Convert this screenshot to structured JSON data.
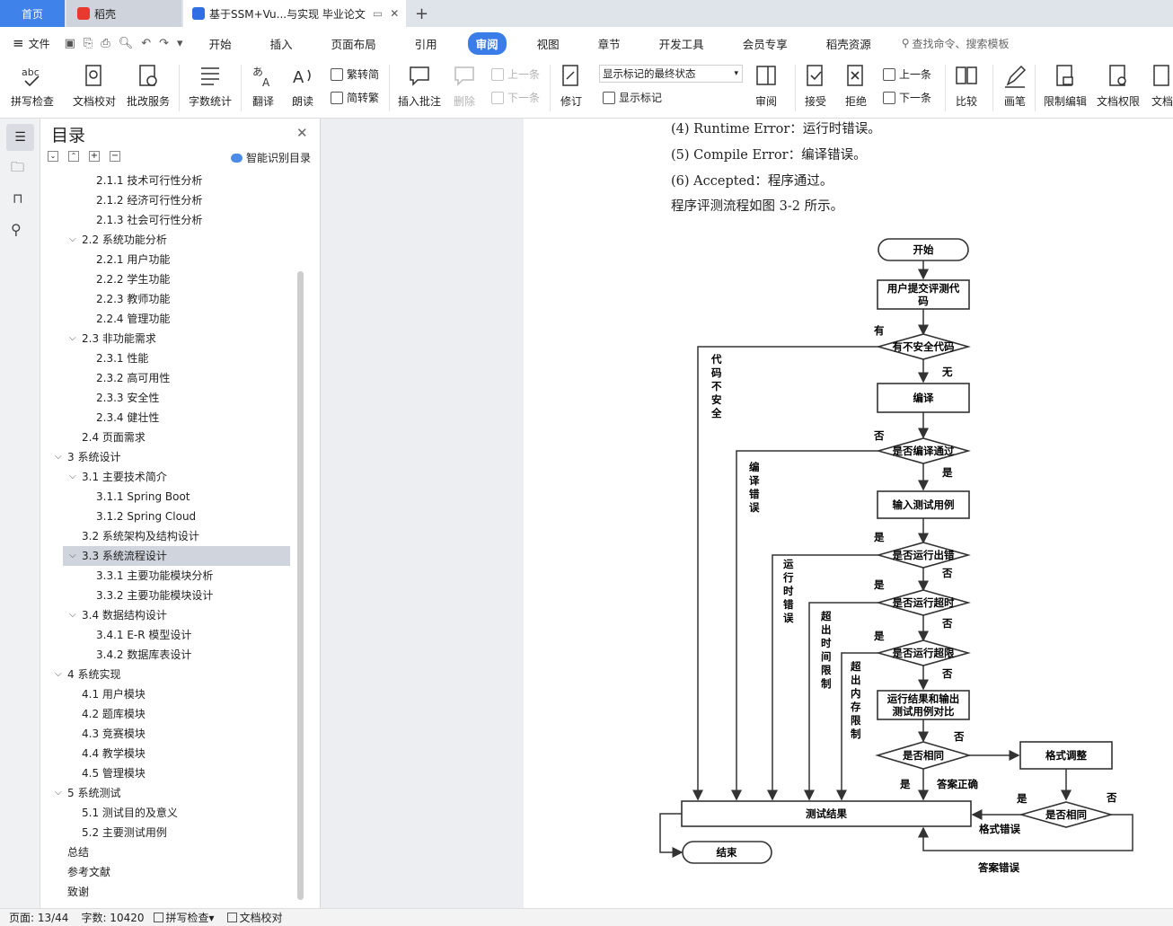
{
  "tabs": {
    "home": "首页",
    "daoke": "稻壳",
    "doc": "基于SSM+Vu...与实现 毕业论文",
    "new_tab": "+"
  },
  "menubar": {
    "file": "文件",
    "items": [
      "开始",
      "插入",
      "页面布局",
      "引用",
      "审阅",
      "视图",
      "章节",
      "开发工具",
      "会员专享",
      "稻壳资源"
    ],
    "active": "审阅",
    "search": "查找命令、搜索模板"
  },
  "ribbon": {
    "spell": "拼写检查",
    "proof": "文档校对",
    "revise_service": "批改服务",
    "wordcount": "字数统计",
    "translate": "翻译",
    "read": "朗读",
    "to_trad": "繁转简",
    "to_simp": "简转繁",
    "insert_comment": "插入批注",
    "delete": "删除",
    "prev": "上一条",
    "next": "下一条",
    "track": "修订",
    "markup_mode": "显示标记的最终状态",
    "show_markup": "显示标记",
    "review": "审阅",
    "accept": "接受",
    "reject": "拒绝",
    "prev2": "上一条",
    "next2": "下一条",
    "compare": "比较",
    "pen": "画笔",
    "restrict": "限制编辑",
    "perm": "文档权限",
    "more": "文档"
  },
  "nav": {
    "title": "目录",
    "smart": "智能识别目录",
    "items": [
      {
        "text": "2.1.1 技术可行性分析",
        "level": 3
      },
      {
        "text": "2.1.2 经济可行性分析",
        "level": 3
      },
      {
        "text": "2.1.3 社会可行性分析",
        "level": 3
      },
      {
        "text": "2.2 系统功能分析",
        "level": 2,
        "exp": true
      },
      {
        "text": "2.2.1 用户功能",
        "level": 3
      },
      {
        "text": "2.2.2 学生功能",
        "level": 3
      },
      {
        "text": "2.2.3 教师功能",
        "level": 3
      },
      {
        "text": "2.2.4 管理功能",
        "level": 3
      },
      {
        "text": "2.3 非功能需求",
        "level": 2,
        "exp": true
      },
      {
        "text": "2.3.1 性能",
        "level": 3
      },
      {
        "text": "2.3.2 高可用性",
        "level": 3
      },
      {
        "text": "2.3.3 安全性",
        "level": 3
      },
      {
        "text": "2.3.4 健壮性",
        "level": 3
      },
      {
        "text": "2.4 页面需求",
        "level": 2
      },
      {
        "text": "3  系统设计",
        "level": 1,
        "exp": true
      },
      {
        "text": "3.1 主要技术简介",
        "level": 2,
        "exp": true
      },
      {
        "text": "3.1.1 Spring Boot",
        "level": 3
      },
      {
        "text": "3.1.2 Spring Cloud",
        "level": 3
      },
      {
        "text": "3.2 系统架构及结构设计",
        "level": 2
      },
      {
        "text": "3.3 系统流程设计",
        "level": 2,
        "exp": true,
        "sel": true
      },
      {
        "text": "3.3.1 主要功能模块分析",
        "level": 3
      },
      {
        "text": "3.3.2 主要功能模块设计",
        "level": 3
      },
      {
        "text": "3.4 数据结构设计",
        "level": 2,
        "exp": true
      },
      {
        "text": "3.4.1 E-R 模型设计",
        "level": 3
      },
      {
        "text": "3.4.2 数据库表设计",
        "level": 3
      },
      {
        "text": "4  系统实现",
        "level": 1,
        "exp": true
      },
      {
        "text": "4.1 用户模块",
        "level": 2
      },
      {
        "text": "4.2 题库模块",
        "level": 2
      },
      {
        "text": "4.3 竞赛模块",
        "level": 2
      },
      {
        "text": "4.4 教学模块",
        "level": 2
      },
      {
        "text": "4.5 管理模块",
        "level": 2
      },
      {
        "text": "5  系统测试",
        "level": 1,
        "exp": true
      },
      {
        "text": "5.1 测试目的及意义",
        "level": 2
      },
      {
        "text": "5.2 主要测试用例",
        "level": 2
      },
      {
        "text": "总结",
        "level": 0
      },
      {
        "text": "参考文献",
        "level": 0
      },
      {
        "text": "致谢",
        "level": 0
      }
    ]
  },
  "document": {
    "lines": [
      "(4) Runtime Error：运行时错误。",
      "(5) Compile Error：编译错误。",
      "(6) Accepted：程序通过。",
      "程序评测流程如图 3-2 所示。"
    ],
    "flow": {
      "start": "开始",
      "submit1": "用户提交评测代",
      "submit2": "码",
      "unsafe": "有不安全代码",
      "has": "有",
      "none": "无",
      "unsafe_v": "代码不安全",
      "compile": "编译",
      "compile_ok": "是否编译通过",
      "no": "否",
      "yes": "是",
      "compile_err_v": "编译错误",
      "input": "输入测试用例",
      "run_err": "是否运行出错",
      "run_err_v": "运行时错误",
      "timeout": "是否运行超时",
      "timeout_v": "超出时间限制",
      "memout": "是否运行超限",
      "memout_v": "超出内存限制",
      "compare1": "运行结果和输出",
      "compare2": "测试用例对比",
      "same": "是否相同",
      "fmt_adj": "格式调整",
      "correct": "答案正确",
      "result": "测试结果",
      "same2": "是否相同",
      "fmt_err": "格式错误",
      "wrong": "答案错误",
      "end": "结束"
    }
  },
  "status": {
    "page": "页面: 13/44",
    "words": "字数: 10420",
    "spell": "拼写检查",
    "proof": "文档校对"
  }
}
